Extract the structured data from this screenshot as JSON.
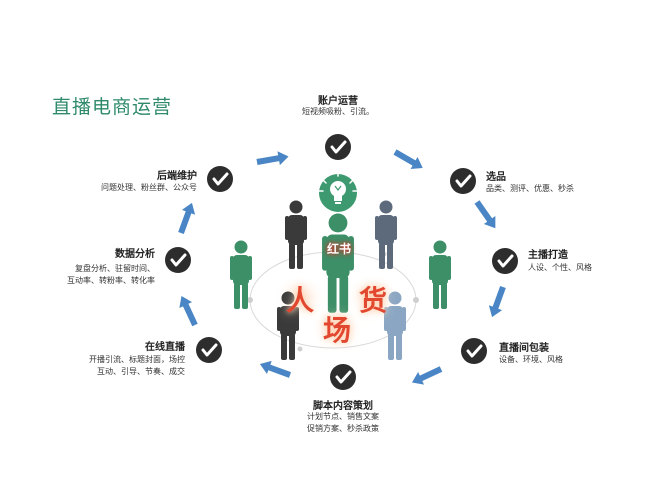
{
  "title": "直播电商运营",
  "center": {
    "brand": "红书",
    "chars": {
      "ren": "人",
      "huo": "货",
      "chang": "场"
    }
  },
  "nodes": {
    "account": {
      "title": "账户运营",
      "desc": [
        "短视频吸粉、引流。"
      ]
    },
    "selection": {
      "title": "选品",
      "desc": [
        "品类、测评、优惠、秒杀"
      ]
    },
    "host": {
      "title": "主播打造",
      "desc": [
        "人设、个性、风格"
      ]
    },
    "studio": {
      "title": "直播间包装",
      "desc": [
        "设备、环境、风格"
      ]
    },
    "script": {
      "title": "脚本内容策划",
      "desc": [
        "计划节点、销售文案",
        "促销方案、秒杀政策"
      ]
    },
    "live": {
      "title": "在线直播",
      "desc": [
        "开播引流、标题封面，场控",
        "互动、引导、节奏、成交"
      ]
    },
    "data": {
      "title": "数据分析",
      "desc": [
        "复盘分析、驻留时间、",
        "互动率、转粉率、转化率"
      ]
    },
    "backend": {
      "title": "后端维护",
      "desc": [
        "问题处理、粉丝群、公众号"
      ]
    }
  },
  "colors": {
    "title_green": "#2e8a6a",
    "check_circle": "#2d2d2d",
    "arrow_blue": "#4a86c5",
    "person_dark": "#3a3a3a",
    "person_green": "#3d8f68",
    "person_slate": "#5c6a7c",
    "person_lightblue": "#8aa6c3",
    "bulb_green": "#3d9a70",
    "accent_red": "#e2482f"
  },
  "icons": [
    "check-icon",
    "arrow-icon",
    "lightbulb-icon",
    "person-icon"
  ]
}
